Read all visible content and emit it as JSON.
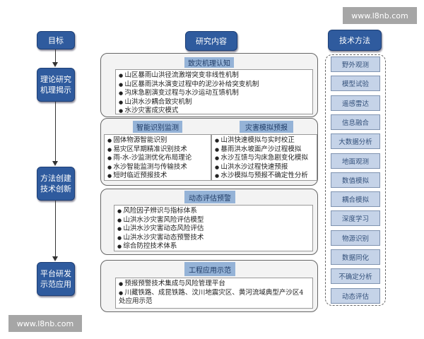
{
  "watermark": "www.l8nb.com",
  "left": {
    "header": "目标",
    "goals": [
      "理论研究\n机理揭示",
      "方法创建\n技术创新",
      "平台研发\n示范应用"
    ]
  },
  "center": {
    "header": "研究内容",
    "b1": {
      "title": "致灾机理认知",
      "items": [
        "山区暴雨山洪径流激增突变非线性机制",
        "山区暴雨洪水演变过程中的泥沙补给突变机制",
        "沟床急剧演变过程与水沙运动互馈机制",
        "山洪水沙耦合致灾机制",
        "水沙灾害成灾模式"
      ]
    },
    "b2a": {
      "title": "智能识别监测",
      "items": [
        "固体物源智能识别",
        "易灾区早期精准识别技术",
        "雨-水-沙监测优化布局理论",
        "水沙智能监测与传输技术",
        "短时临近预报技术"
      ]
    },
    "b2b": {
      "title": "灾害模拟预报",
      "items": [
        "山洪快速模拟与实时校正",
        "暴雨洪水坡面产沙过程模拟",
        "水沙互馈与沟床急剧变化模拟",
        "山洪水沙过程快速预报",
        "水沙模拟与预报不确定性分析"
      ]
    },
    "b3": {
      "title": "动态评估预警",
      "items": [
        "风险因子辨识与指标体系",
        "山洪水沙灾害风险评估模型",
        "山洪水沙灾害动态风险评估",
        "山洪水沙灾害动态预警技术",
        "综合防控技术体系"
      ]
    },
    "b4": {
      "title": "工程应用示范",
      "items": [
        "预报预警技术集成与风险管理平台",
        "川藏铁路、成昆铁路、汶川地震灾区、黄河流域典型产沙区4处应用示范"
      ]
    }
  },
  "right": {
    "header": "技术方法",
    "items": [
      "野外观测",
      "模型试验",
      "遥感雷达",
      "信息融合",
      "大数据分析",
      "地面观测",
      "数值模拟",
      "耦合模拟",
      "深度学习",
      "物源识别",
      "数据同化",
      "不确定分析",
      "动态评估"
    ]
  },
  "colors": {
    "header": "#2f5b9e",
    "tag": "#95b3d7",
    "tech": "#c5d3e8"
  }
}
